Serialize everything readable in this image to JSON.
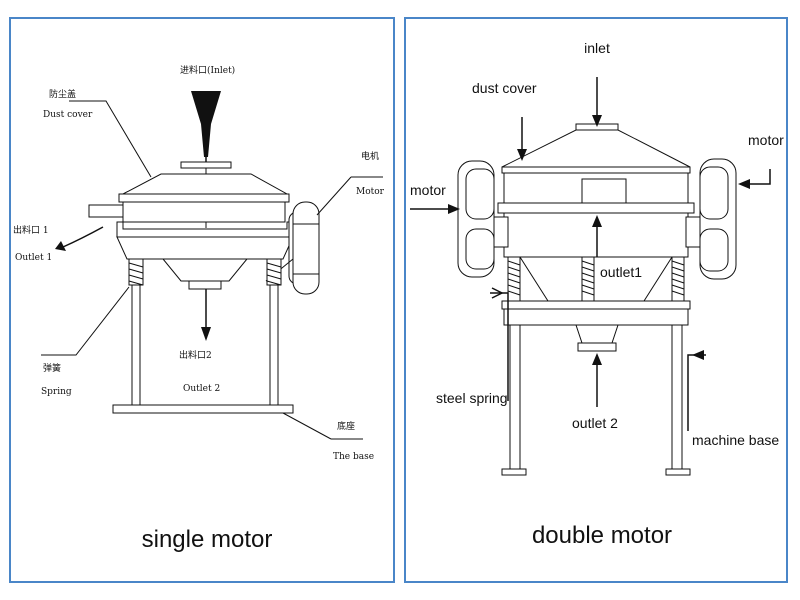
{
  "left_panel": {
    "caption": "single motor",
    "labels": {
      "inlet_cn": "进料口(Inlet)",
      "dust_cover_cn": "防尘盖",
      "dust_cover": "Dust cover",
      "motor_cn": "电机",
      "motor": "Motor",
      "outlet1_cn": "出料口 1",
      "outlet1": "Outlet 1",
      "outlet2_cn": "出料口2",
      "outlet2": "Outlet 2",
      "spring_cn": "弹簧",
      "spring": "Spring",
      "base_cn": "底座",
      "base": "The base"
    }
  },
  "right_panel": {
    "caption": "double motor",
    "labels": {
      "inlet": "inlet",
      "dust_cover": "dust cover",
      "motor_left": "motor",
      "motor_right": "motor",
      "outlet1": "outlet1",
      "outlet2": "outlet 2",
      "steel_spring": "steel spring",
      "machine_base": "machine base"
    }
  },
  "colors": {
    "panel_border": "#4a86c8",
    "line": "#111111"
  }
}
